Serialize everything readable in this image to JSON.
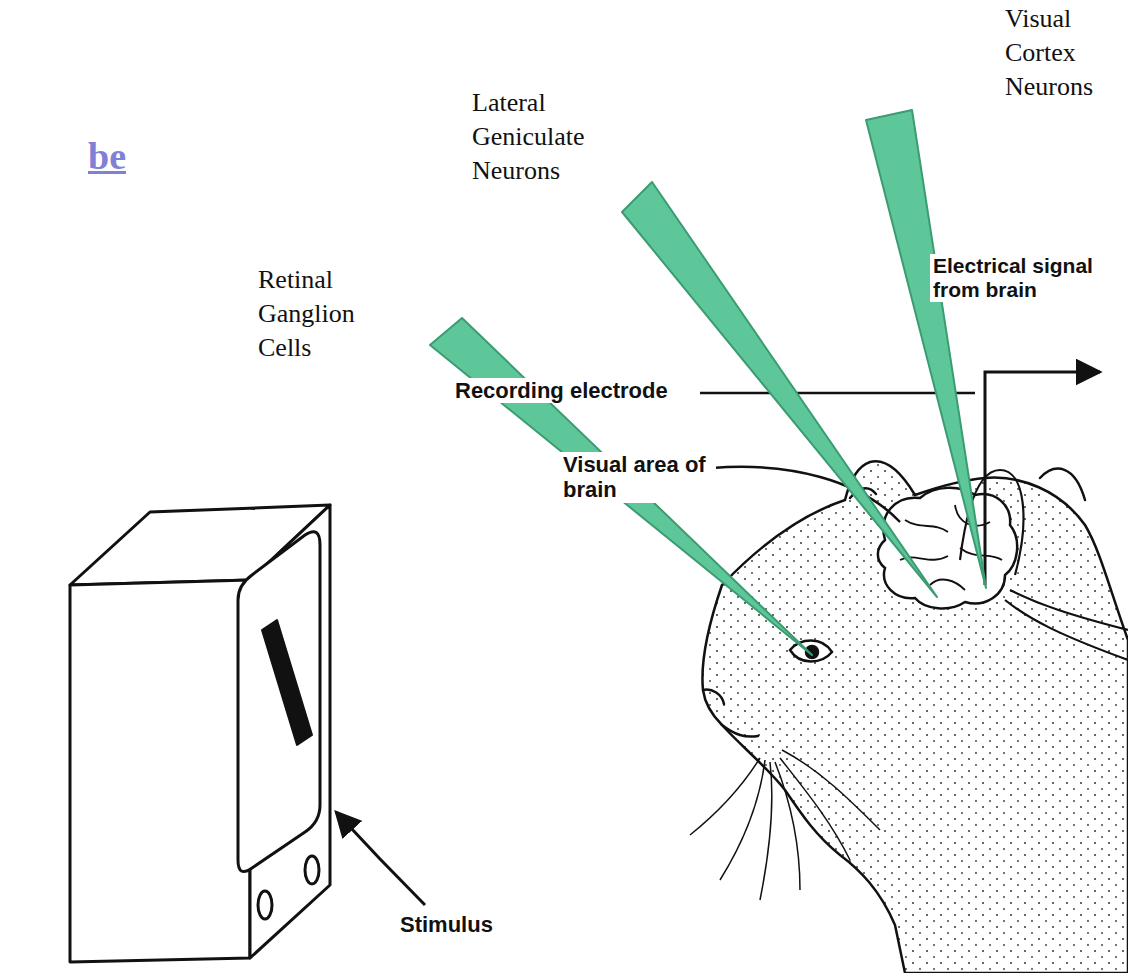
{
  "diagram": {
    "labels": [
      "be",
      "Visual Cortex Neurons",
      "Lateral Geniculate Neurons",
      "Retinal Ganglion Cells",
      "Electrical signal from brain",
      "Recording electrode",
      "Visual area of brain",
      "Stimulus"
    ]
  }
}
